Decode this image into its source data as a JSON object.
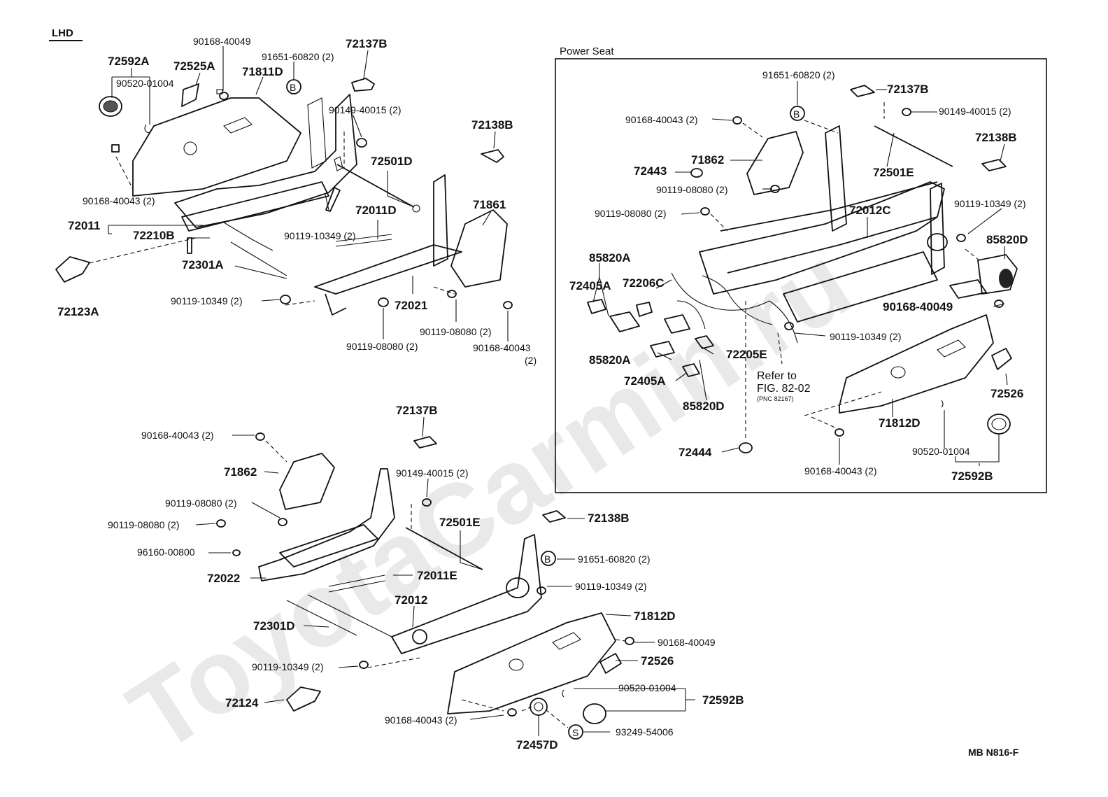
{
  "header": {
    "lhd": "LHD"
  },
  "footer": {
    "code": "MB N816-F"
  },
  "watermark": "ToyotaCarmin.ru",
  "power_seat": {
    "title": "Power Seat",
    "refer_line1": "Refer to",
    "refer_line2": "FIG. 82-02",
    "refer_line3": "(PNC 82167)"
  },
  "markers": {
    "b": "B",
    "s": "S"
  },
  "labels": {
    "l1": "72592A",
    "l2": "72525A",
    "l3": "90168-40049",
    "l4": "72137B",
    "l5": "91651-60820 (2)",
    "l6": "71811D",
    "l7": "90520-01004",
    "l8": "90149-40015 (2)",
    "l9": "72138B",
    "l10": "72501D",
    "l11": "90168-40043 (2)",
    "l12": "72011D",
    "l13": "71861",
    "l14": "72011",
    "l15": "72210B",
    "l16": "90119-10349 (2)",
    "l17": "72301A",
    "l18": "90119-10349 (2)",
    "l19": "72123A",
    "l20": "72021",
    "l21": "90119-08080 (2)",
    "l22": "90119-08080 (2)",
    "l23": "90168-40043",
    "l24": "(2)",
    "p1": "91651-60820 (2)",
    "p2": "72137B",
    "p3": "90168-40043 (2)",
    "p4": "90149-40015 (2)",
    "p5": "71862",
    "p6": "72138B",
    "p7": "72443",
    "p8": "90119-08080 (2)",
    "p9": "72501E",
    "p10": "90119-08080 (2)",
    "p11": "72012C",
    "p12": "90119-10349 (2)",
    "p13": "85820A",
    "p14": "85820D",
    "p15": "72405A",
    "p16": "72206C",
    "p17": "90168-40049",
    "p18": "90119-10349 (2)",
    "p19": "85820A",
    "p20": "72205E",
    "p21": "72405A",
    "p22": "85820D",
    "p23": "72526",
    "p24": "71812D",
    "p25": "72444",
    "p26": "90520-01004",
    "p27": "90168-40043 (2)",
    "p28": "72592B",
    "b1": "72137B",
    "b2": "90168-40043 (2)",
    "b3": "71862",
    "b4": "90149-40015 (2)",
    "b5": "90119-08080 (2)",
    "b6": "72138B",
    "b7": "90119-08080 (2)",
    "b8": "72501E",
    "b9": "96160-00800",
    "b10": "91651-60820 (2)",
    "b11": "72022",
    "b12": "72011E",
    "b13": "90119-10349 (2)",
    "b14": "72012",
    "b15": "72301D",
    "b16": "71812D",
    "b17": "90168-40049",
    "b18": "90119-10349 (2)",
    "b19": "72526",
    "b20": "72124",
    "b21": "90520-01004",
    "b22": "72592B",
    "b23": "90168-40043 (2)",
    "b24": "72457D",
    "b25": "93249-54006"
  }
}
